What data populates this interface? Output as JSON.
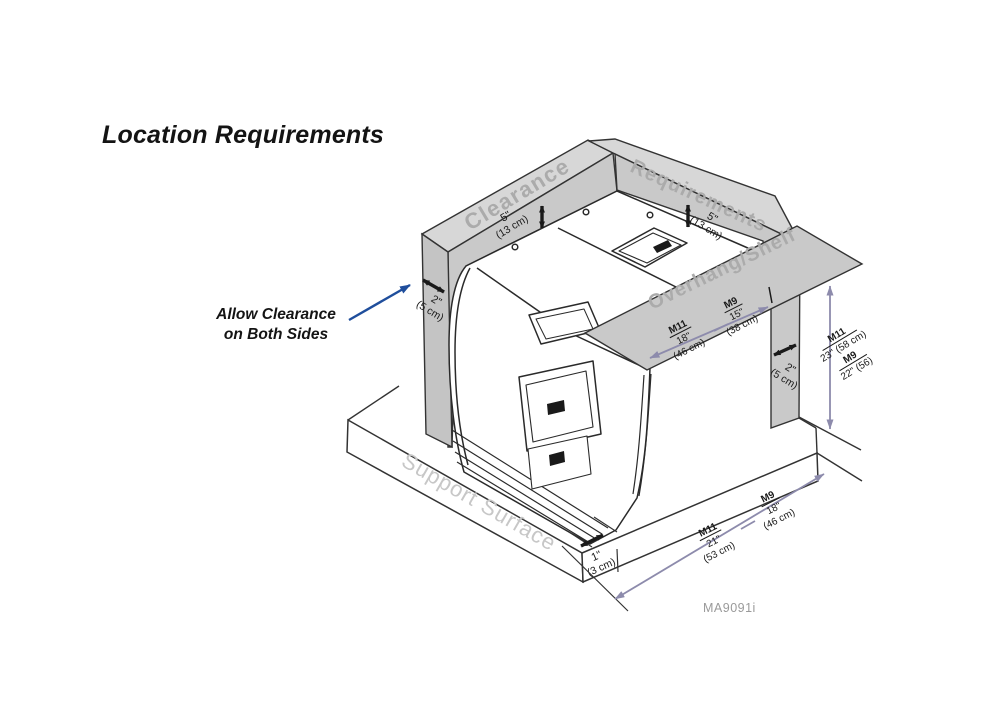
{
  "title": "Location Requirements",
  "annotation": {
    "line1": "Allow Clearance",
    "line2": "on Both Sides"
  },
  "watermarks": {
    "left_wall": "Clearance",
    "right_wall": "Requirements",
    "shelf": "Overhang/Shelf",
    "base": "Support Surface"
  },
  "figure_id": "MA9091i",
  "dimensions": {
    "top_left_clearance": {
      "inches": "5\"",
      "cm": "(13 cm)"
    },
    "top_right_clearance": {
      "inches": "5\"",
      "cm": "(13 cm)"
    },
    "left_clearance": {
      "inches": "2\"",
      "cm": "(5 cm)"
    },
    "right_clearance": {
      "inches": "2\"",
      "cm": "(5 cm)"
    },
    "front_edge": {
      "inches": "1\"",
      "cm": "(3 cm)"
    },
    "shelf_depth": {
      "m11": {
        "model": "M11",
        "inches": "18\"",
        "cm": "(46 cm)"
      },
      "m9": {
        "model": "M9",
        "inches": "15\"",
        "cm": "(38 cm)"
      }
    },
    "height_under_shelf": {
      "m11": {
        "model": "M11",
        "value": "23\" (58 cm)"
      },
      "m9": {
        "model": "M9",
        "value": "22\" (56)"
      }
    },
    "base_width": {
      "m11": {
        "model": "M11",
        "inches": "21\"",
        "cm": "(53 cm)"
      },
      "m9": {
        "model": "M9",
        "inches": "18\"",
        "cm": "(46 cm)"
      }
    }
  },
  "colors": {
    "panel_gray": "#c9c9c9",
    "panel_gray_top": "#d7d7d7",
    "watermark_gray": "#ababab",
    "base_watermark_gray": "#c7c7c7",
    "dimension_purple": "#8d8bac",
    "callout_blue": "#1f4e9c",
    "line_dark": "#333333"
  }
}
